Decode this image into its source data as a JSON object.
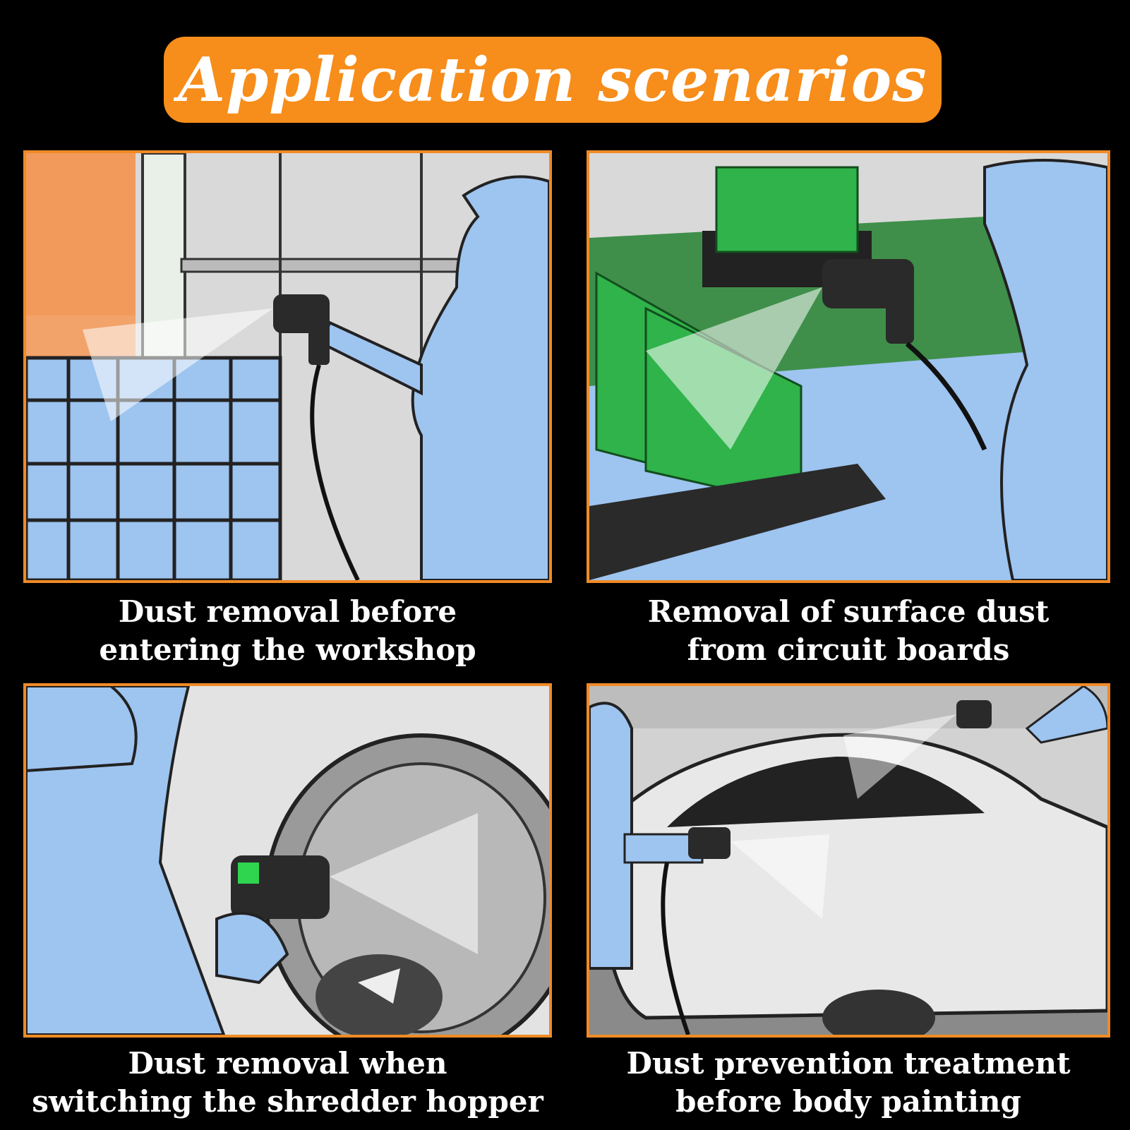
{
  "header": {
    "title": "Application scenarios"
  },
  "scenarios": [
    {
      "caption_line1": "Dust removal before",
      "caption_line2": "entering the workshop"
    },
    {
      "caption_line1": "Removal of surface dust",
      "caption_line2": "from circuit boards"
    },
    {
      "caption_line1": "Dust removal when",
      "caption_line2": "switching the shredder hopper"
    },
    {
      "caption_line1": "Dust prevention treatment",
      "caption_line2": "before body painting"
    }
  ],
  "colors": {
    "banner": "#f78d1a",
    "panel_border": "#f08a26",
    "figure_blue": "#9ec4f0",
    "background": "#000000"
  }
}
